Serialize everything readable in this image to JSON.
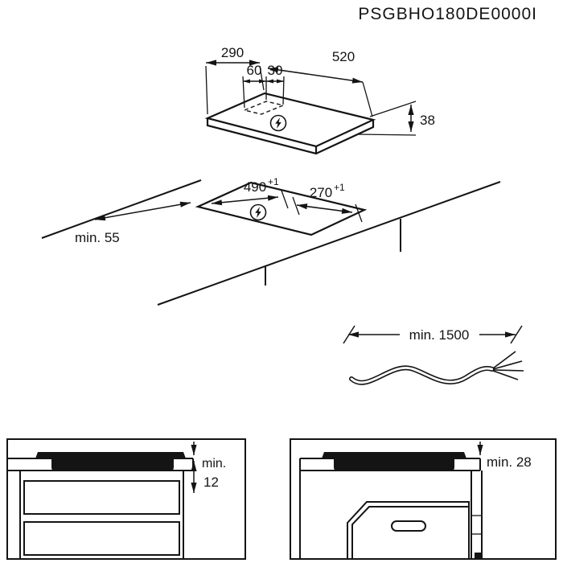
{
  "title": "PSGBHO180DE0000I",
  "colors": {
    "line": "#141414",
    "background": "#ffffff"
  },
  "iso_view": {
    "width_label": "290",
    "depth_label": "520",
    "conn_offset_left": "60",
    "conn_offset_right": "30",
    "thickness_label": "38",
    "power_icon": "lightning-bolt-icon"
  },
  "cutout_view": {
    "length": {
      "value": "490",
      "tolerance": "+1"
    },
    "width": {
      "value": "270",
      "tolerance": "+1"
    },
    "edge_clearance": "min. 55",
    "power_icon": "lightning-bolt-icon"
  },
  "cable": {
    "length_label": "min. 1500"
  },
  "side_view_cabinet": {
    "clearance_prefix": "min.",
    "clearance_value": "12"
  },
  "side_view_oven": {
    "clearance_label": "min. 28"
  }
}
